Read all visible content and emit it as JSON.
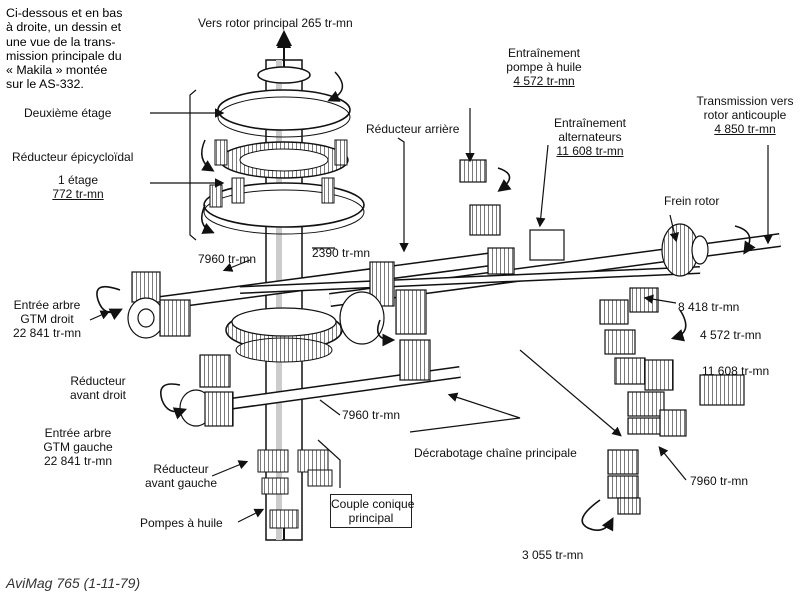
{
  "caption": {
    "lines": [
      "Ci-dessous et en bas",
      "à droite, un dessin et",
      "une vue de la trans-",
      "mission principale du",
      "« Makila » montée",
      "sur le AS-332."
    ]
  },
  "labels": {
    "main_rotor": "Vers rotor principal 265 tr-mn",
    "second_stage": "Deuxième étage",
    "epicyclic_reducer": "Réducteur épicycloïdal",
    "first_stage_line1": "1 étage",
    "first_stage_line2": "772 tr-mn",
    "oil_pump_drive_line1": "Entraînement",
    "oil_pump_drive_line2": "pompe à huile",
    "oil_pump_drive_speed": "4 572 tr-mn",
    "alternator_drive_line1": "Entraînement",
    "alternator_drive_line2": "alternateurs",
    "alternator_drive_speed": "11 608 tr-mn",
    "rear_reducer": "Réducteur arrière",
    "tail_rotor_line1": "Transmission vers",
    "tail_rotor_line2": "rotor anticouple",
    "tail_rotor_speed": "4 850 tr-mn",
    "rotor_brake": "Frein rotor",
    "speed_7960_top": "7960 tr-mn",
    "speed_2390": "2390 tr-mn",
    "gtm_right_line1": "Entrée arbre",
    "gtm_right_line2": "GTM droit",
    "gtm_right_speed": "22 841 tr-mn",
    "speed_8418": "8 418 tr-mn",
    "speed_4572_right": "4 572 tr-mn",
    "right_reducer_line1": "Réducteur",
    "right_reducer_line2": "avant droit",
    "speed_11608_right": "11 608 tr-mn",
    "speed_7960_mid": "7960 tr-mn",
    "gtm_left_line1": "Entrée arbre",
    "gtm_left_line2": "GTM gauche",
    "gtm_left_speed": "22 841 tr-mn",
    "declutch": "Décrabotage chaîne principale",
    "left_reducer_line1": "Réducteur",
    "left_reducer_line2": "avant gauche",
    "speed_7960_low": "7960 tr-mn",
    "bevel_line1": "Couple conique",
    "bevel_line2": "principal",
    "oil_pumps": "Pompes à huile",
    "speed_3055": "3 055 tr-mn"
  },
  "source": "AviMag 765 (1-11-79)"
}
